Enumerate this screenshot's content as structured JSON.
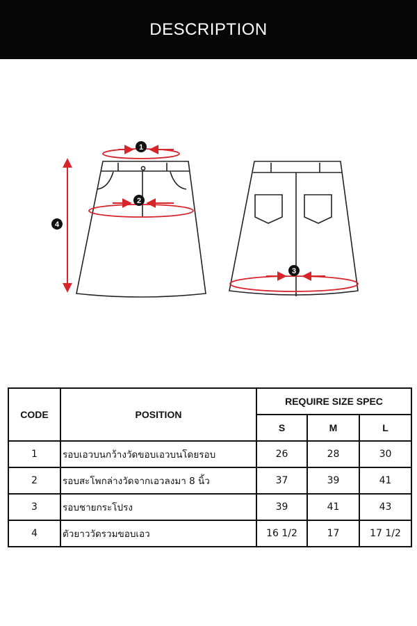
{
  "header": {
    "title": "DESCRIPTION"
  },
  "diagram": {
    "markers": [
      "1",
      "2",
      "3",
      "4"
    ],
    "arrow_color": "#d8232a"
  },
  "table": {
    "headers": {
      "code": "CODE",
      "position": "POSITION",
      "spec": "REQUIRE SIZE SPEC",
      "sizes": [
        "S",
        "M",
        "L"
      ]
    },
    "rows": [
      {
        "code": "1",
        "position": "รอบเอวบนกว้างวัดขอบเอวบนโดยรอบ",
        "s": "26",
        "m": "28",
        "l": "30"
      },
      {
        "code": "2",
        "position": "รอบสะโพกล่างวัดจากเอวลงมา 8 นิ้ว",
        "s": "37",
        "m": "39",
        "l": "41"
      },
      {
        "code": "3",
        "position": "รอบชายกระโปรง",
        "s": "39",
        "m": "41",
        "l": "43"
      },
      {
        "code": "4",
        "position": "ตัวยาววัดรวมขอบเอว",
        "s": "16 1/2",
        "m": "17",
        "l": "17 1/2"
      }
    ]
  }
}
